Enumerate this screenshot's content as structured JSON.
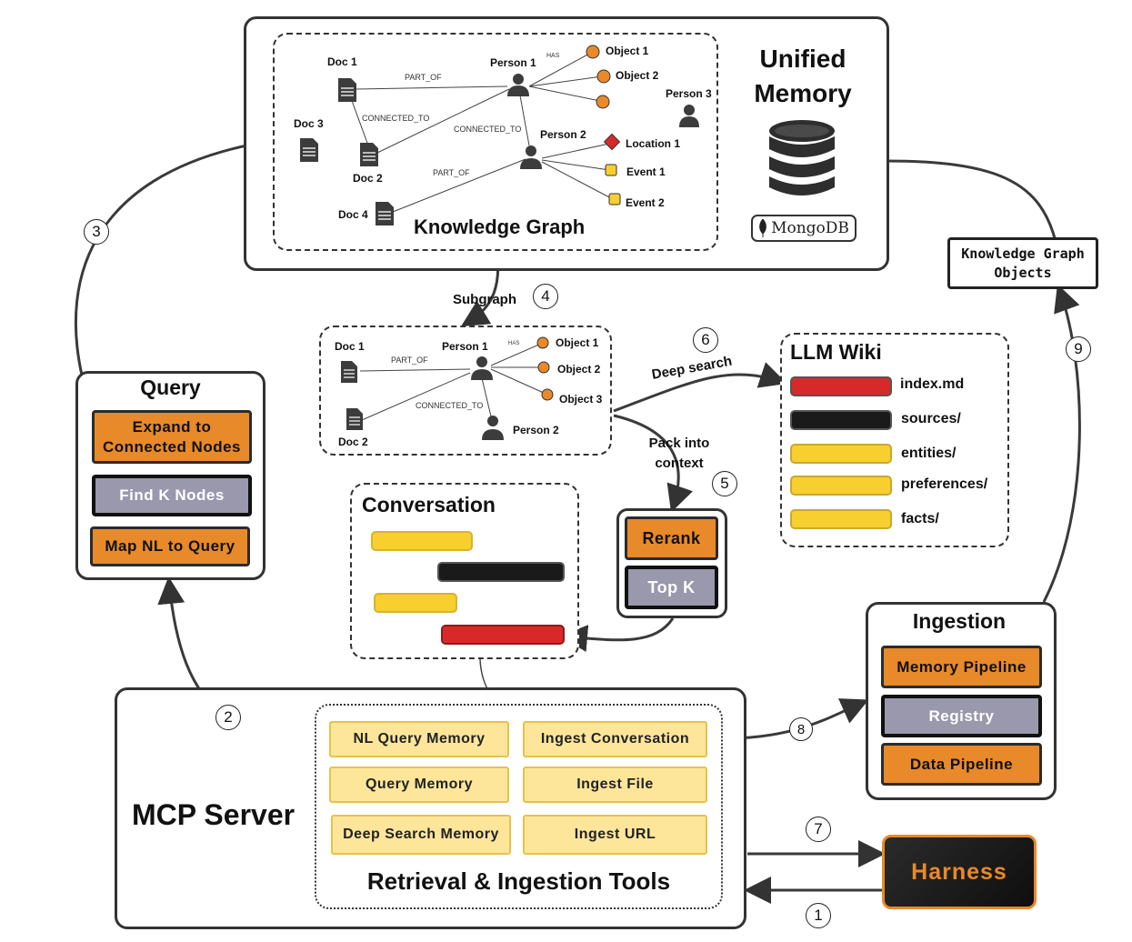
{
  "unified_memory": {
    "title": "Unified Memory",
    "logo_text": "MongoDB"
  },
  "knowledge_graph": {
    "title": "Knowledge Graph",
    "nodes": {
      "doc1": "Doc 1",
      "doc2": "Doc 2",
      "doc3": "Doc 3",
      "doc4": "Doc 4",
      "person1": "Person 1",
      "person2": "Person 2",
      "person3": "Person 3",
      "object1": "Object 1",
      "object2": "Object 2",
      "location1": "Location 1",
      "event1": "Event 1",
      "event2": "Event 2"
    },
    "edges": {
      "part_of_a": "PART_OF",
      "has": "HAS",
      "connected_to_a": "CONNECTED_TO",
      "connected_to_b": "CONNECTED_TO",
      "part_of_b": "PART_OF"
    }
  },
  "subgraph": {
    "label": "Subgraph",
    "nodes": {
      "doc1": "Doc 1",
      "doc2": "Doc 2",
      "person1": "Person 1",
      "person2": "Person 2",
      "object1": "Object 1",
      "object2": "Object 2",
      "object3": "Object 3"
    },
    "edges": {
      "part_of": "PART_OF",
      "has": "HAS",
      "connected_to": "CONNECTED_TO"
    }
  },
  "query": {
    "title": "Query",
    "expand": "Expand to Connected Nodes",
    "find_k": "Find K Nodes",
    "map_nl": "Map NL to Query"
  },
  "flows": {
    "deep_search": "Deep search",
    "pack": "Pack into context",
    "kg_objects": "Knowledge Graph Objects"
  },
  "llm_wiki": {
    "title": "LLM Wiki",
    "items": [
      "index.md",
      "sources/",
      "entities/",
      "preferences/",
      "facts/"
    ],
    "colors": [
      "#d8292a",
      "#1a1a1a",
      "#f7cf2f",
      "#f7cf2f",
      "#f7cf2f"
    ]
  },
  "conversation": {
    "title": "Conversation"
  },
  "rerank": {
    "rerank": "Rerank",
    "top_k": "Top K"
  },
  "ingestion": {
    "title": "Ingestion",
    "memory": "Memory Pipeline",
    "registry": "Registry",
    "data": "Data Pipeline"
  },
  "mcp": {
    "title": "MCP Server",
    "tools_title": "Retrieval & Ingestion Tools",
    "tools": [
      "NL Query Memory",
      "Ingest Conversation",
      "Query Memory",
      "Ingest File",
      "Deep Search Memory",
      "Ingest URL"
    ]
  },
  "harness": {
    "label": "Harness"
  },
  "steps": [
    "1",
    "2",
    "3",
    "4",
    "5",
    "6",
    "7",
    "8",
    "9"
  ]
}
